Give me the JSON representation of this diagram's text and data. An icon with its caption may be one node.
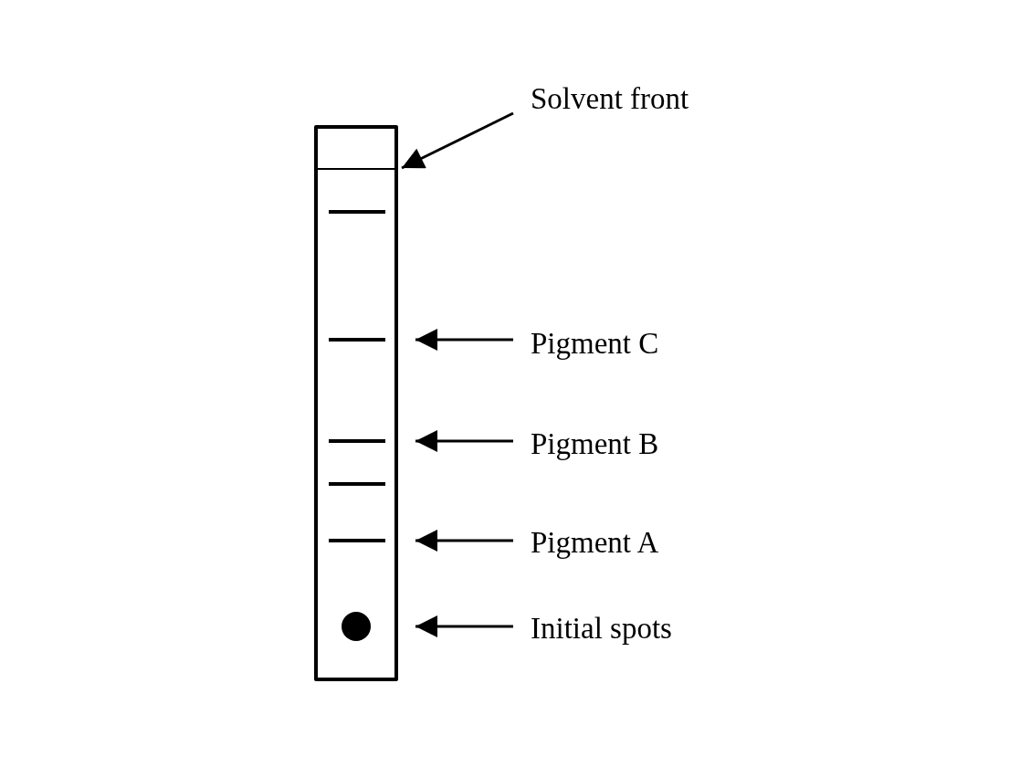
{
  "diagram": {
    "nodes": [
      {
        "text": [],
        "shape": "box"
      },
      {
        "text": [],
        "shape": "bar",
        "in": 0
      },
      {
        "text": [],
        "shape": "bar",
        "in": 0
      },
      {
        "text": [],
        "shape": "bar",
        "in": 0
      },
      {
        "text": [],
        "shape": "bar",
        "in": 0
      },
      {
        "text": [],
        "shape": "bar",
        "in": 0
      },
      {
        "text": [],
        "shape": "bar",
        "in": 0
      },
      {
        "text": [],
        "shape": "circle",
        "in": 0
      },
      {
        "text": [
          "Solvent front"
        ]
      },
      {
        "text": [
          "Pigment C"
        ]
      },
      {
        "text": [
          "Pigment B"
        ]
      },
      {
        "text": [
          "Pigment A"
        ]
      },
      {
        "text": [
          "Initial spots"
        ]
      }
    ],
    "edges": [
      {
        "from": 8,
        "to": 1,
        "arrow": "to"
      },
      {
        "from": 9,
        "to": 3,
        "arrow": "to"
      },
      {
        "from": 10,
        "to": 4,
        "arrow": "to"
      },
      {
        "from": 11,
        "to": 6,
        "arrow": "to"
      },
      {
        "from": 12,
        "to": 7,
        "arrow": "to"
      }
    ]
  }
}
